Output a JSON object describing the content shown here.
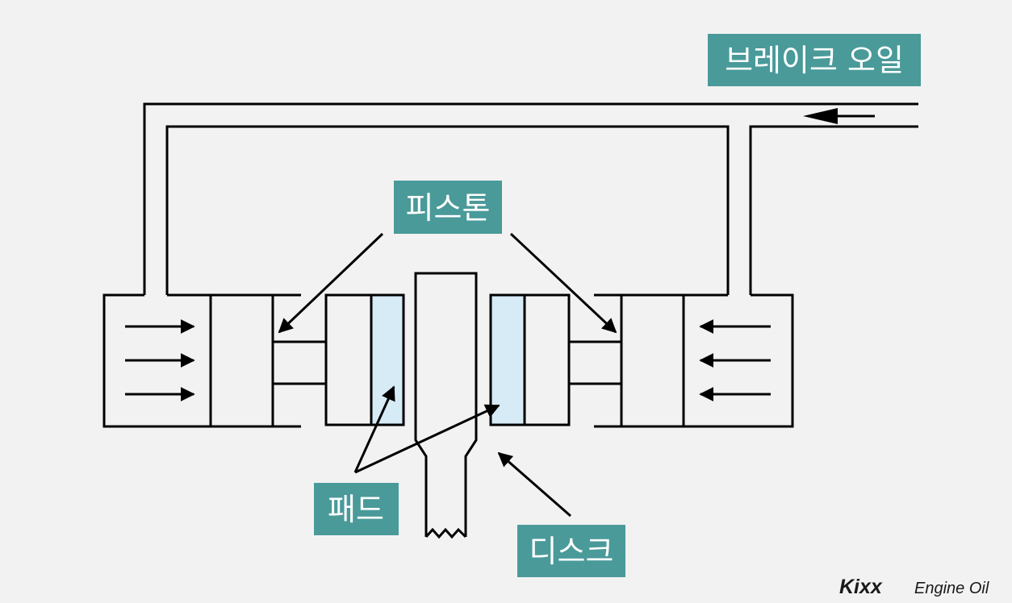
{
  "labels": {
    "brake_oil": "브레이크 오일",
    "piston": "피스톤",
    "pad": "패드",
    "disc": "디스크"
  },
  "brand": {
    "name": "Kixx",
    "tagline": "Engine Oil"
  },
  "colors": {
    "label_bg": "#4a9a9a",
    "pad_fill": "#d7ebf7",
    "background": "#f2f2f2",
    "line": "#000000"
  }
}
